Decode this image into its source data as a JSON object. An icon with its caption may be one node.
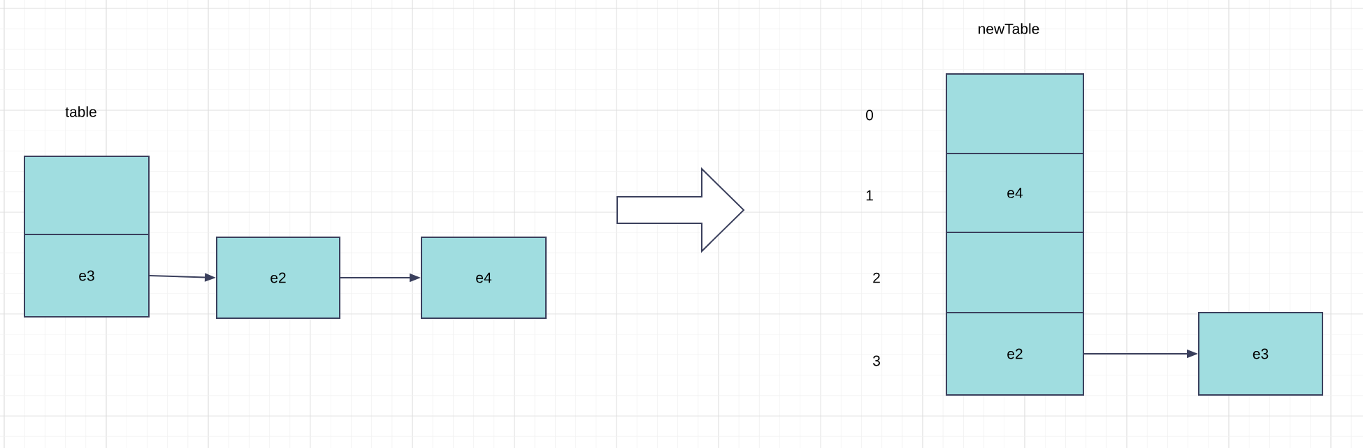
{
  "diagram": {
    "nodes": [
      {
        "text": [],
        "shape": "box"
      },
      {
        "text": [
          "e3"
        ]
      },
      {
        "text": [
          "e2"
        ]
      },
      {
        "text": [
          "e4"
        ]
      },
      {
        "text": [],
        "shape": "box"
      },
      {
        "text": [
          "e4"
        ]
      },
      {
        "text": [],
        "shape": "box"
      },
      {
        "text": [
          "e2"
        ]
      },
      {
        "text": [
          "e3"
        ]
      }
    ],
    "edges": [
      {
        "from": 1,
        "to": 2,
        "arrow": "to"
      },
      {
        "from": 2,
        "to": 3,
        "arrow": "to"
      },
      {
        "from": 7,
        "to": 8,
        "arrow": "to"
      }
    ],
    "labels": [
      "table",
      "newTable",
      "0",
      "1",
      "2",
      "3"
    ]
  }
}
